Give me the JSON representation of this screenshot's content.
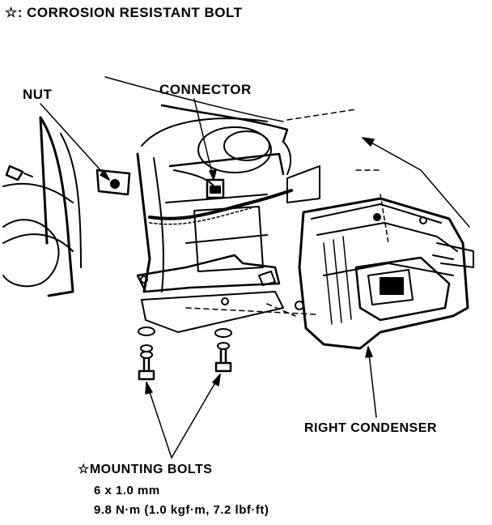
{
  "legend": {
    "text": "☆: CORROSION RESISTANT BOLT"
  },
  "labels": {
    "nut": "NUT",
    "connector": "CONNECTOR",
    "right_condenser": "RIGHT CONDENSER",
    "mounting_bolts": "☆MOUNTING BOLTS",
    "bolt_size": "6 x 1.0 mm",
    "torque": "9.8 N·m (1.0 kgf·m, 7.2 lbf·ft)"
  },
  "colors": {
    "ink": "#000000",
    "paper": "#ffffff"
  }
}
